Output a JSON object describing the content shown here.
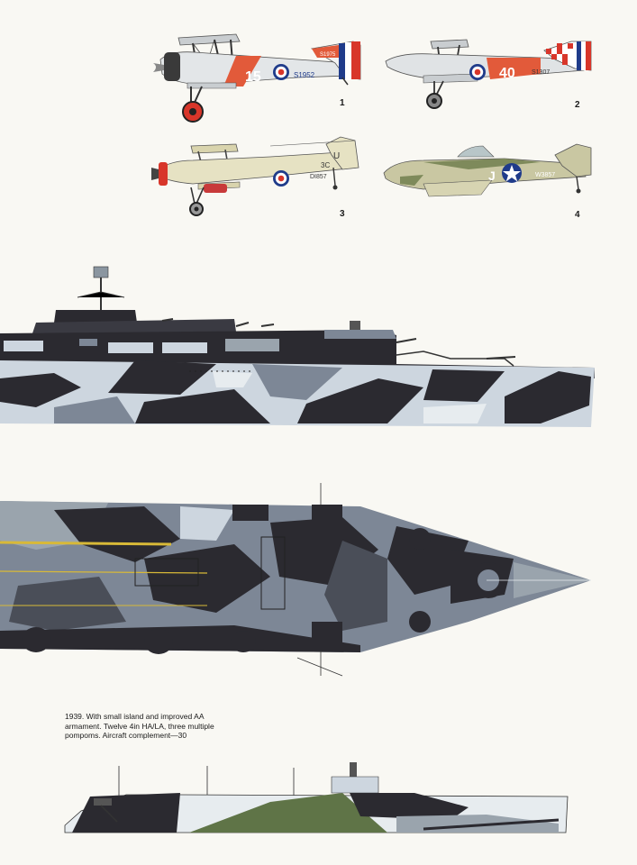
{
  "figures": {
    "aircraft_1": {
      "number": "1",
      "code": "15",
      "serial": "S1952",
      "fin": "S1975"
    },
    "aircraft_2": {
      "number": "2",
      "code": "40",
      "serial": "S1307"
    },
    "aircraft_3": {
      "number": "3",
      "code": "3C",
      "fin_letter": "U",
      "serial": "DI857"
    },
    "aircraft_4": {
      "number": "4",
      "code": "J",
      "serial": "W3857"
    }
  },
  "caption": {
    "lines": [
      "1939. With small island and improved AA",
      "armament. Twelve 4in HA/LA, three multiple",
      "pompoms. Aircraft complement—30"
    ]
  },
  "colors": {
    "paper": "#f9f8f3",
    "camo_dark": "#2b2a30",
    "camo_mid": "#7d8796",
    "camo_light": "#cdd6df",
    "camo_pale": "#e7ecef",
    "roundel_red": "#d8362a",
    "roundel_blue": "#1f3b8a",
    "deck_yellow": "#d8b938",
    "green_camo": "#5f7447"
  },
  "icons": [
    "biplane-illustration",
    "monoplane-illustration",
    "ship-profile-illustration",
    "ship-plan-illustration"
  ]
}
